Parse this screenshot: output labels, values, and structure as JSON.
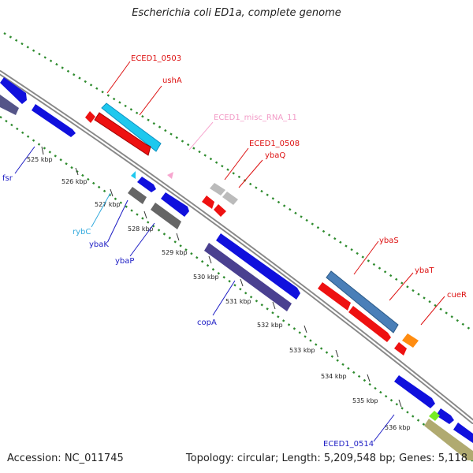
{
  "title": "Escherichia coli ED1a, complete genome",
  "footer": {
    "accession": "Accession: NC_011745",
    "topology": "Topology: circular; Length: 5,209,548 bp; Genes: 5,118"
  },
  "ticks": [
    "525 kbp",
    "526 kbp",
    "527 kbp",
    "528 kbp",
    "529 kbp",
    "530 kbp",
    "531 kbp",
    "532 kbp",
    "533 kbp",
    "534 kbp",
    "535 kbp",
    "536 kbp"
  ],
  "gene_labels": [
    {
      "id": "fsr",
      "text": "fsr",
      "color": "#1c1cc4"
    },
    {
      "id": "rybC",
      "text": "rybC",
      "color": "#33aadd"
    },
    {
      "id": "ybaK",
      "text": "ybaK",
      "color": "#1c1cc4"
    },
    {
      "id": "ybaP",
      "text": "ybaP",
      "color": "#1c1cc4"
    },
    {
      "id": "copA",
      "text": "copA",
      "color": "#1c1cc4"
    },
    {
      "id": "ECED1_0514",
      "text": "ECED1_0514",
      "color": "#1c1cc4"
    },
    {
      "id": "ECED1_0503",
      "text": "ECED1_0503",
      "color": "#dd1111"
    },
    {
      "id": "ushA",
      "text": "ushA",
      "color": "#dd1111"
    },
    {
      "id": "misc_RNA",
      "text": "ECED1_misc_RNA_11",
      "color": "#f29ac6"
    },
    {
      "id": "ECED1_0508",
      "text": "ECED1_0508",
      "color": "#dd1111"
    },
    {
      "id": "ybaQ",
      "text": "ybaQ",
      "color": "#dd1111"
    },
    {
      "id": "ybaS",
      "text": "ybaS",
      "color": "#dd1111"
    },
    {
      "id": "ybaT",
      "text": "ybaT",
      "color": "#dd1111"
    },
    {
      "id": "cueR",
      "text": "cueR",
      "color": "#dd1111"
    }
  ],
  "colors": {
    "forward_cds": "#ee1111",
    "reverse_cds": "#1010dd",
    "backbone": "#909090",
    "gc_dots": "#2e8b2e"
  }
}
